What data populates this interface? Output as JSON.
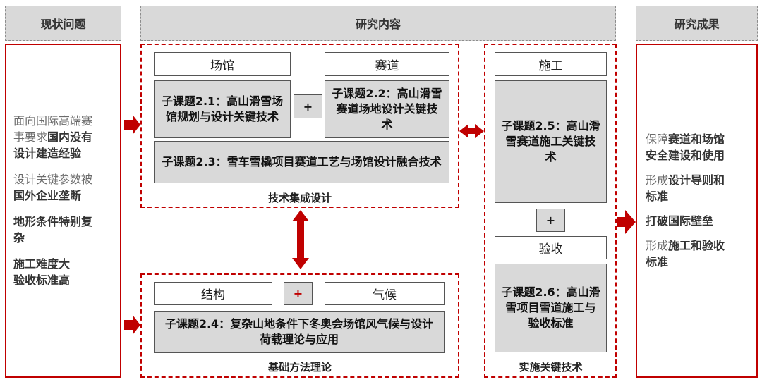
{
  "headers": {
    "left": "现状问题",
    "middle": "研究内容",
    "right": "研究成果"
  },
  "left_items": [
    {
      "line1": "面向国际高端赛",
      "line2a": "事要求",
      "line2b": "国内没有",
      "line3": "设计建造经验"
    },
    {
      "line1": "设计关键参数被",
      "line2": "国外企业垄断"
    },
    {
      "line1": "地形条件特别复",
      "line2": "杂"
    },
    {
      "line1": "施工难度大",
      "line2": "验收标准高"
    }
  ],
  "design": {
    "label_venue": "场馆",
    "label_track": "赛道",
    "topic21": "子课题2.1：高山滑雪场馆规划与设计关键技术",
    "topic22": "子课题2.2：高山滑雪赛道场地设计关键技术",
    "topic23": "子课题2.3：雪车雪橇项目赛道工艺与场馆设计融合技术",
    "plus": "+",
    "caption": "技术集成设计"
  },
  "basic": {
    "label_structure": "结构",
    "label_climate": "气候",
    "plus": "+",
    "topic24": "子课题2.4：复杂山地条件下冬奥会场馆风气候与设计荷载理论与应用",
    "caption": "基础方法理论"
  },
  "impl": {
    "label_construction": "施工",
    "topic25": "子课题2.5：高山滑雪赛道施工关键技术",
    "plus": "+",
    "label_acceptance": "验收",
    "topic26": "子课题2.6：高山滑雪项目雪道施工与验收标准",
    "caption": "实施关键技术"
  },
  "right_items": [
    {
      "line1a": "保障",
      "line1b": "赛道和场馆",
      "line2": "安全建设和使用"
    },
    {
      "line1a": "形成",
      "line1b": "设计导则和",
      "line2": "标准"
    },
    {
      "line1": "打破国际壁垒"
    },
    {
      "line1a": "形成",
      "line1b": "施工和验收",
      "line2": "标准"
    }
  ],
  "colors": {
    "accent": "#c00000",
    "box_gray": "#d9d9d9"
  }
}
